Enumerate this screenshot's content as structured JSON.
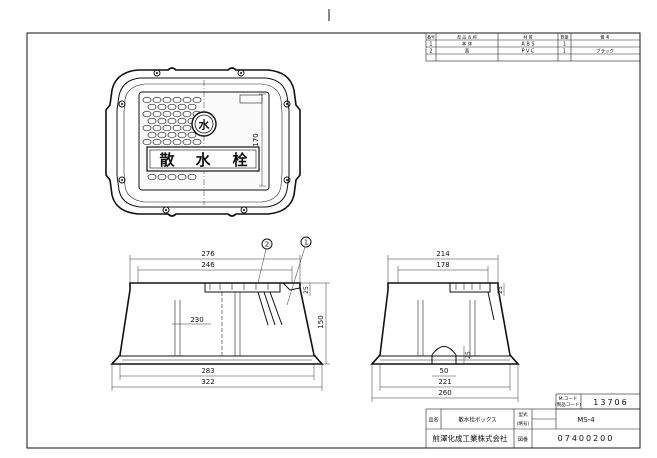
{
  "parts_table": {
    "headers": [
      "番号",
      "部 品 名 称",
      "材 質",
      "数量",
      "備 考"
    ],
    "rows": [
      {
        "no": "1",
        "name": "本 体",
        "material": "A B S",
        "qty": "1",
        "note": ""
      },
      {
        "no": "2",
        "name": "蓋",
        "material": "P V C",
        "qty": "1",
        "note": "ブラック"
      }
    ]
  },
  "lid_label": {
    "chars": [
      "散",
      "水",
      "栓"
    ],
    "emblem": "水"
  },
  "dimensions": {
    "top_h": "170",
    "front_top_outer": "276",
    "front_top_inner": "246",
    "front_mid": "230",
    "front_bottom_inner": "283",
    "front_bottom_outer": "322",
    "front_height": "150",
    "front_small": "25",
    "side_top_outer": "214",
    "side_top_inner": "178",
    "side_cutout_w": "50",
    "side_cutout_h": "25",
    "side_bottom_inner": "221",
    "side_bottom_outer": "260",
    "side_small": "25"
  },
  "callouts": {
    "one": "1",
    "two": "2"
  },
  "title_block": {
    "mcode_label": "M.コード\n(製品コード)",
    "mcode_label_l1": "M.コード",
    "mcode_label_l2": "(製品コード)",
    "mcode_value": "13706",
    "product_label": "品名",
    "product_value": "散水栓ボックス",
    "model_label_l1": "型式",
    "model_label_l2": "(略号)",
    "model_value": "MS-4",
    "company": "前澤化成工業株式会社",
    "drawing_label": "図番",
    "drawing_value": "07400200"
  }
}
